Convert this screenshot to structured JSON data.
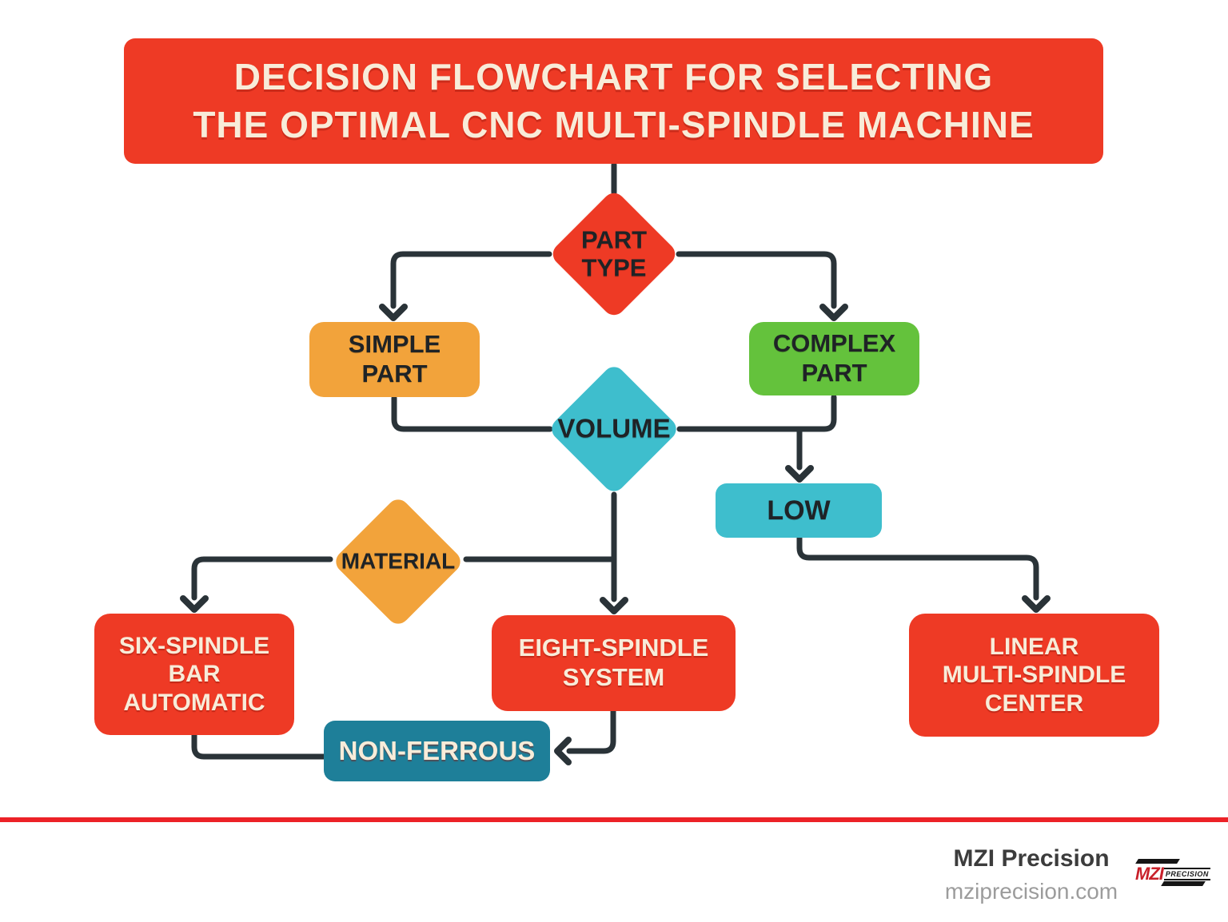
{
  "title": {
    "text": "DECISION FLOWCHART FOR SELECTING\nTHE OPTIMAL CNC MULTI-SPINDLE MACHINE"
  },
  "diagram": {
    "nodes": {
      "part_type": {
        "label": "PART\nTYPE",
        "type": "decision",
        "color": "#ee3a25"
      },
      "simple_part": {
        "label": "SIMPLE\nPART",
        "type": "option",
        "color": "#f2a33b"
      },
      "complex_part": {
        "label": "COMPLEX\nPART",
        "type": "option",
        "color": "#64c23c"
      },
      "volume": {
        "label": "VOLUME",
        "type": "decision",
        "color": "#3ebecd"
      },
      "low": {
        "label": "LOW",
        "type": "option",
        "color": "#3ebecd"
      },
      "material": {
        "label": "MATERIAL",
        "type": "decision",
        "color": "#f2a33b"
      },
      "six_spindle": {
        "label": "SIX-SPINDLE\nBAR\nAUTOMATIC",
        "type": "result",
        "color": "#ee3a25"
      },
      "eight_spindle": {
        "label": "EIGHT-SPINDLE\nSYSTEM",
        "type": "result",
        "color": "#ee3a25"
      },
      "linear_center": {
        "label": "LINEAR\nMULTI-SPINDLE\nCENTER",
        "type": "result",
        "color": "#ee3a25"
      },
      "non_ferrous": {
        "label": "NON-FERROUS",
        "type": "option",
        "color": "#1e7f99"
      }
    },
    "edges": [
      {
        "from": "title",
        "to": "part_type"
      },
      {
        "from": "part_type",
        "to": "simple_part"
      },
      {
        "from": "part_type",
        "to": "complex_part"
      },
      {
        "from": "simple_part",
        "to": "volume"
      },
      {
        "from": "complex_part",
        "to": "volume"
      },
      {
        "from": "complex_part",
        "to": "low"
      },
      {
        "from": "volume",
        "to": "eight_spindle"
      },
      {
        "from": "material",
        "to": "six_spindle"
      },
      {
        "from": "material",
        "to": "volume"
      },
      {
        "from": "low",
        "to": "linear_center"
      },
      {
        "from": "six_spindle",
        "to": "non_ferrous"
      },
      {
        "from": "eight_spindle",
        "to": "non_ferrous"
      }
    ]
  },
  "footer": {
    "company": "MZI Precision",
    "website": "mziprecision.com",
    "logo": {
      "mzi": "MZI",
      "precision": "PRECISION"
    }
  },
  "colors": {
    "red": "#ee3a25",
    "orange": "#f2a33b",
    "green": "#64c23c",
    "cyan": "#3ebecd",
    "teal": "#1e7f99",
    "line": "#2a3338",
    "cream_text": "#f8ecd9",
    "dark_text": "#1f2326",
    "divider_red": "#ec2227"
  }
}
